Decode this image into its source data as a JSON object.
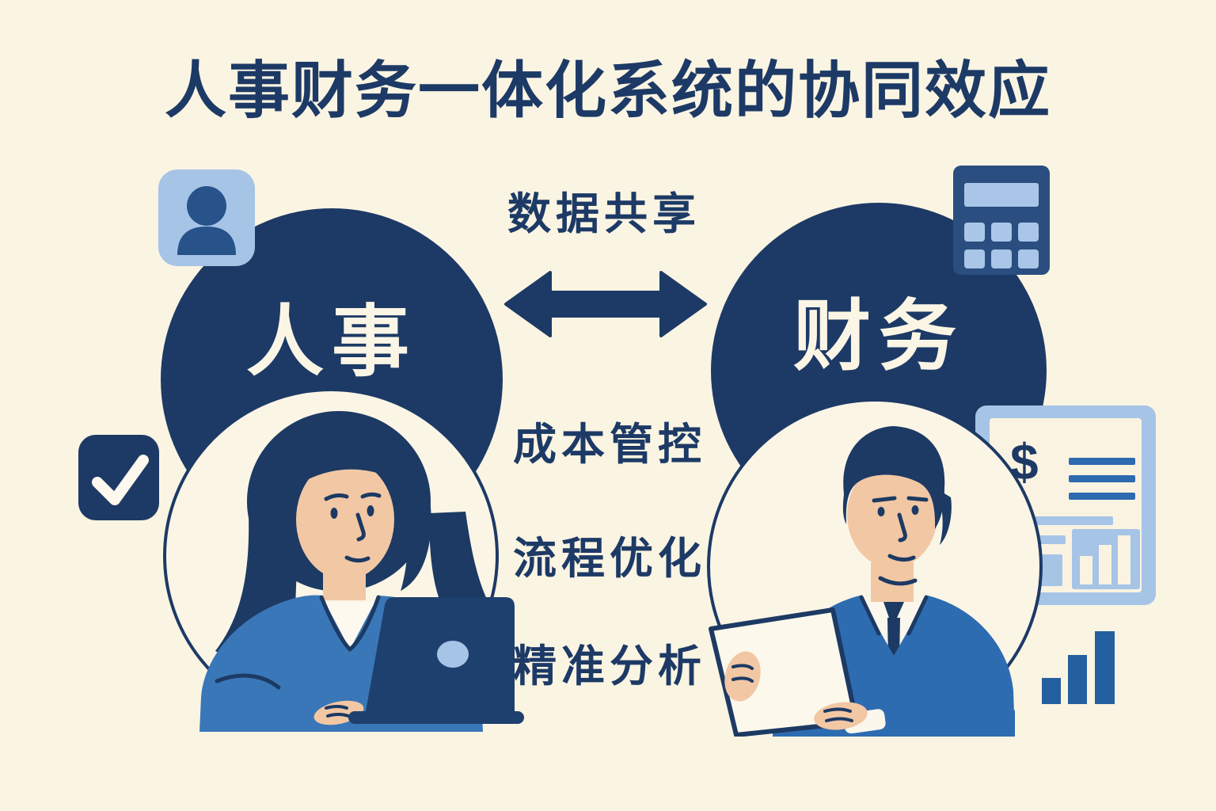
{
  "title": "人事财务一体化系统的协同效应",
  "hr": {
    "label": "人事"
  },
  "finance": {
    "label": "财务"
  },
  "connection": {
    "top_label": "数据共享",
    "benefits": [
      "成本管控",
      "流程优化",
      "精准分析"
    ]
  },
  "icons": {
    "person_badge": "person-badge",
    "checkmark": "checkmark",
    "calculator": "calculator",
    "financial_document": {
      "dollar_sign": "$"
    },
    "bar_chart": "bar-chart",
    "bidirectional_arrow": "data-exchange-arrow"
  },
  "colors": {
    "background": "#faf4e2",
    "navy": "#1d3a66",
    "medium_blue": "#2e6cb2",
    "light_blue": "#a6c4e6",
    "cream": "#fbf5e6",
    "skin": "#f2c7a4"
  }
}
